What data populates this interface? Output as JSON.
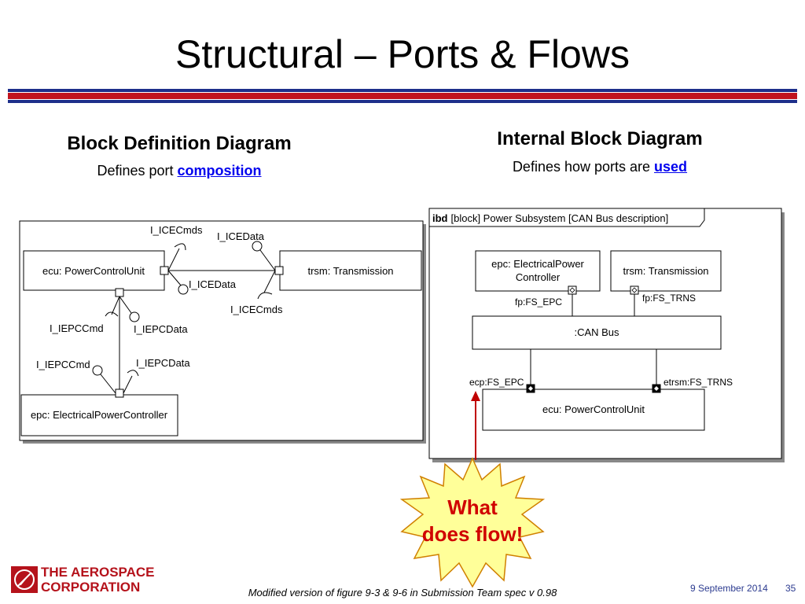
{
  "slide": {
    "title": "Structural – Ports & Flows",
    "caption": "Modified version of figure 9-3 & 9-6 in Submission Team spec v 0.98",
    "date": "9 September 2014",
    "page_number": "35",
    "logo": {
      "line1": "THE AEROSPACE",
      "line2": "CORPORATION"
    },
    "burst": {
      "line1": "What",
      "line2": "does flow!"
    },
    "colors": {
      "stripe_blue": "#1e2f8a",
      "stripe_red": "#c0141e",
      "logo_red": "#b5121b",
      "accent_link": "#0000ee",
      "burst_fill": "#ffff99",
      "burst_text": "#d00000"
    }
  },
  "bdd": {
    "heading": "Block Definition Diagram",
    "subtitle_prefix": "Defines port ",
    "subtitle_emphasis": "composition",
    "blocks": {
      "ecu": "ecu: PowerControlUnit",
      "trsm": "trsm: Transmission",
      "epc": "epc: ElectricalPowerController"
    },
    "interfaces": {
      "ice_cmds_top": "I_ICECmds",
      "ice_data_top": "I_ICEData",
      "ice_data_mid": "I_ICEData",
      "ice_cmds_low": "I_ICECmds",
      "iepc_cmd_1": "I_IEPCCmd",
      "iepc_data_1": "I_IEPCData",
      "iepc_cmd_2": "I_IEPCCmd",
      "iepc_data_2": "I_IEPCData"
    }
  },
  "ibd": {
    "heading": "Internal Block Diagram",
    "subtitle_prefix": "Defines how ports are ",
    "subtitle_emphasis": "used",
    "frame_keyword": "ibd",
    "frame_label": "[block] Power Subsystem [CAN Bus description]",
    "blocks": {
      "epc_line1": "epc: ElectricalPower",
      "epc_line2": "Controller",
      "trsm": "trsm: Transmission",
      "canbus": ":CAN Bus",
      "ecu": "ecu: PowerControlUnit"
    },
    "ports": {
      "fp_epc": "fp:FS_EPC",
      "fp_trns": "fp:FS_TRNS",
      "ecp_epc": "ecp:FS_EPC",
      "etrsm_trns": "etrsm:FS_TRNS"
    }
  }
}
